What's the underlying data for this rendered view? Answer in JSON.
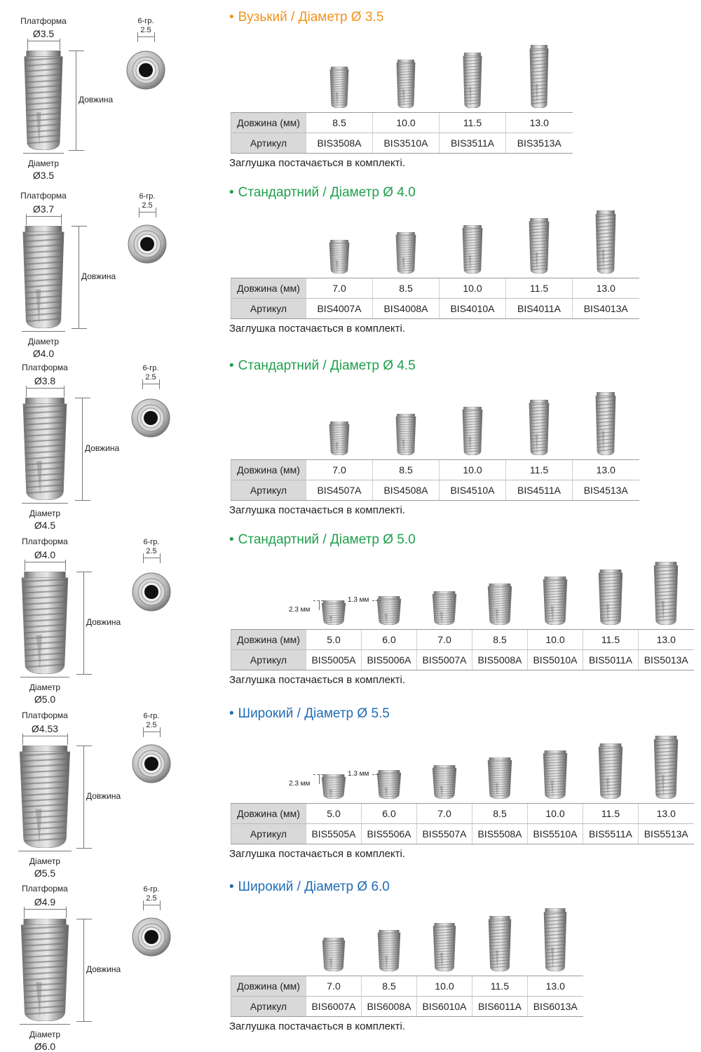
{
  "colors": {
    "narrow": "#f2931e",
    "standard": "#1f9f4c",
    "wide": "#1f6db5",
    "table_head": "#d9d9d9"
  },
  "labels": {
    "platform": "Платформа",
    "diameter": "Діаметр",
    "length": "Довжина",
    "hex": "6-гр.",
    "hex_size": "2.5",
    "table_length_head": "Довжина (мм)",
    "table_article_head": "Артикул",
    "note": "Заглушка постачається в комплекті.",
    "mm_23": "2.3 мм",
    "mm_13": "1.3 мм"
  },
  "sections": [
    {
      "title": "Вузький / Діаметр Ø 3.5",
      "color_key": "narrow",
      "platform": "Ø3.5",
      "diameter": "Ø3.5",
      "lengths": [
        "8.5",
        "10.0",
        "11.5",
        "13.0"
      ],
      "articles": [
        "BIS3508A",
        "BIS3510A",
        "BIS3511A",
        "BIS3513A"
      ]
    },
    {
      "title": "Стандартний / Діаметр Ø 4.0",
      "color_key": "standard",
      "platform": "Ø3.7",
      "diameter": "Ø4.0",
      "lengths": [
        "7.0",
        "8.5",
        "10.0",
        "11.5",
        "13.0"
      ],
      "articles": [
        "BIS4007A",
        "BIS4008A",
        "BIS4010A",
        "BIS4011A",
        "BIS4013A"
      ]
    },
    {
      "title": "Стандартний / Діаметр Ø 4.5",
      "color_key": "standard",
      "platform": "Ø3.8",
      "diameter": "Ø4.5",
      "lengths": [
        "7.0",
        "8.5",
        "10.0",
        "11.5",
        "13.0"
      ],
      "articles": [
        "BIS4507A",
        "BIS4508A",
        "BIS4510A",
        "BIS4511A",
        "BIS4513A"
      ]
    },
    {
      "title": "Стандартний / Діаметр  Ø 5.0",
      "color_key": "standard",
      "platform": "Ø4.0",
      "diameter": "Ø5.0",
      "lengths": [
        "5.0",
        "6.0",
        "7.0",
        "8.5",
        "10.0",
        "11.5",
        "13.0"
      ],
      "articles": [
        "BIS5005A",
        "BIS5006A",
        "BIS5007A",
        "BIS5008A",
        "BIS5010A",
        "BIS5011A",
        "BIS5013A"
      ]
    },
    {
      "title": "Широкий / Діаметр  Ø 5.5",
      "color_key": "wide",
      "platform": "Ø4.53",
      "diameter": "Ø5.5",
      "lengths": [
        "5.0",
        "6.0",
        "7.0",
        "8.5",
        "10.0",
        "11.5",
        "13.0"
      ],
      "articles": [
        "BIS5505A",
        "BIS5506A",
        "BIS5507A",
        "BIS5508A",
        "BIS5510A",
        "BIS5511A",
        "BIS5513A"
      ]
    },
    {
      "title": "Широкий / Діаметр  Ø 6.0",
      "color_key": "wide",
      "platform": "Ø4.9",
      "diameter": "Ø6.0",
      "lengths": [
        "7.0",
        "8.5",
        "10.0",
        "11.5",
        "13.0"
      ],
      "articles": [
        "BIS6007A",
        "BIS6008A",
        "BIS6010A",
        "BIS6011A",
        "BIS6013A"
      ]
    }
  ]
}
